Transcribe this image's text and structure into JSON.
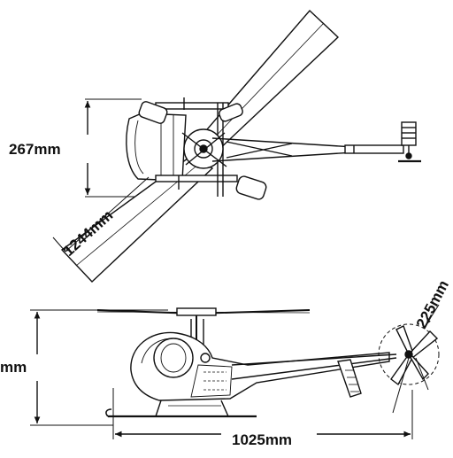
{
  "diagram": {
    "stroke_color": "#111111",
    "background_color": "#ffffff",
    "top_view": {
      "width_dimension": "267mm",
      "rotor_dimension": "1244mm"
    },
    "side_view": {
      "height_dimension": "mm",
      "tail_rotor_dimension": "225mm",
      "length_dimension": "1025mm"
    }
  }
}
